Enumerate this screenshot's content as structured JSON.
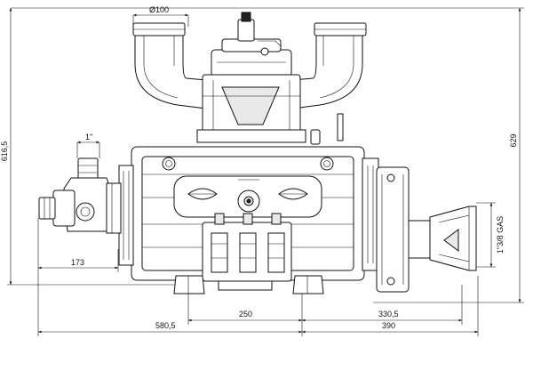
{
  "dimensions": {
    "top_diameter": "Ø100",
    "left_height": "616,5",
    "right_height": "629",
    "inlet_thread": "1\"",
    "outlet_thread": "1\"3/8 GAS",
    "left_offset": "173",
    "center_spacing": "250",
    "left_total": "580,5",
    "right_offset": "330,5",
    "right_total": "390"
  }
}
